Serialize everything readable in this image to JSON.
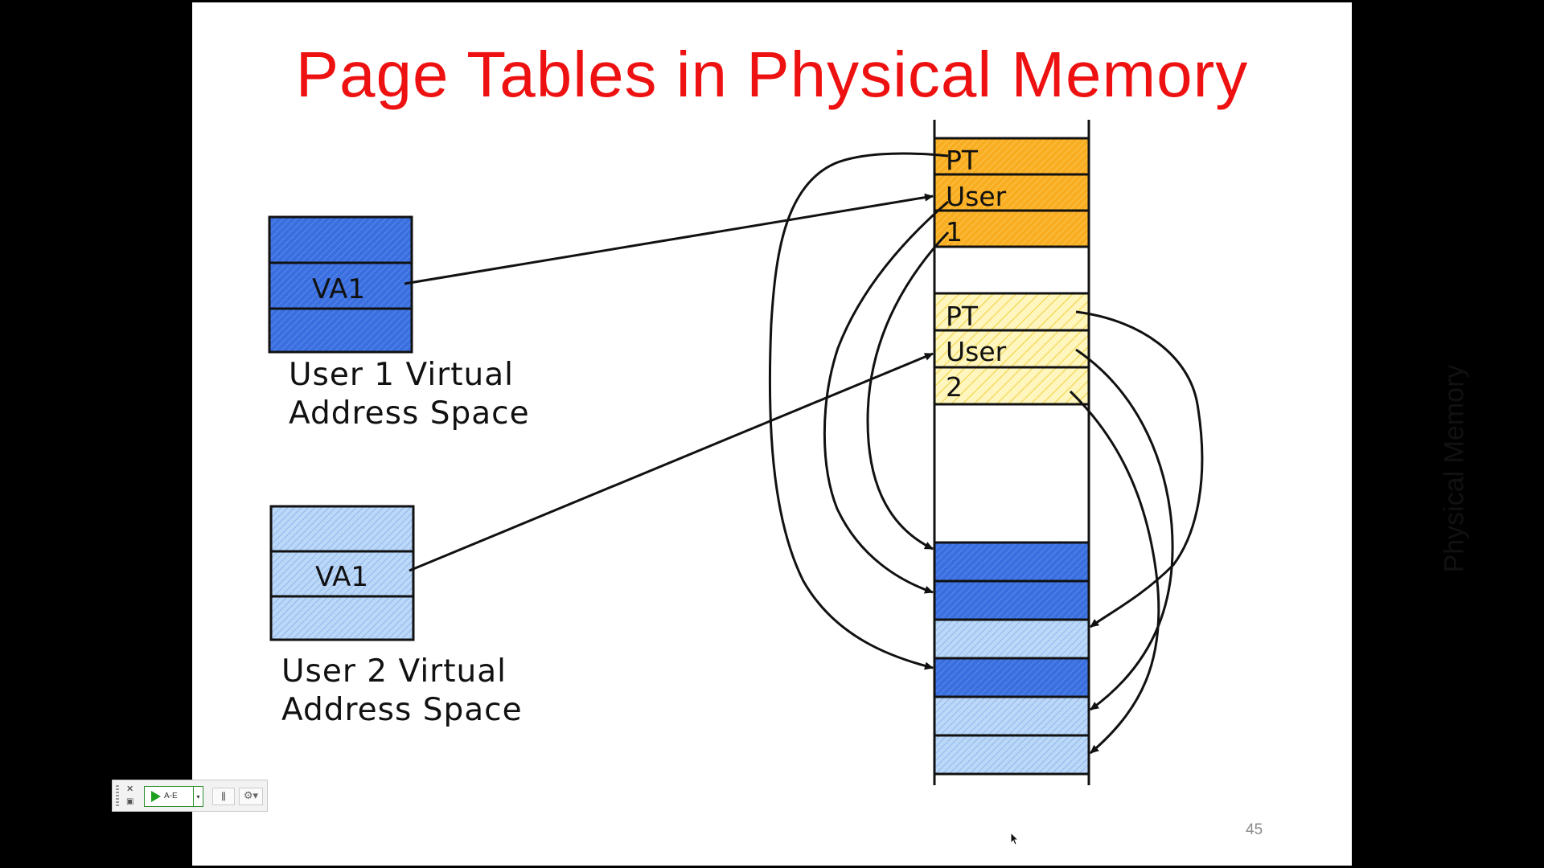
{
  "slide": {
    "title": "Page Tables in Physical Memory",
    "page_number": "45",
    "side_label": "Physical Memory"
  },
  "user1": {
    "va_label": "VA1",
    "caption_line1": "User 1 Virtual",
    "caption_line2": "Address Space"
  },
  "user2": {
    "va_label": "VA1",
    "caption_line1": "User 2 Virtual",
    "caption_line2": "Address Space"
  },
  "physical_memory": {
    "page_table_1": [
      "PT",
      "User",
      "1"
    ],
    "page_table_2": [
      "PT",
      "User",
      "2"
    ],
    "frames": [
      "user1",
      "user1",
      "user2",
      "user1",
      "user2",
      "user2"
    ]
  },
  "toolbar": {
    "play_label": "A-E",
    "close_glyph": "✕",
    "bars_glyph": "⫼",
    "gear_glyph": "⚙▾"
  },
  "colors": {
    "title": "#ee1111",
    "user1_fill": "#3a6fe0",
    "user2_fill": "#b9d6f7",
    "pt1_fill": "#f9ad20",
    "pt2_fill": "#fff1a0",
    "background": "#000000",
    "slide": "#ffffff"
  }
}
